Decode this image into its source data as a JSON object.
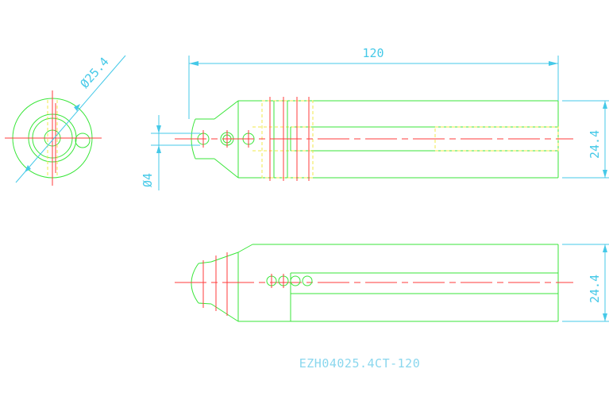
{
  "dimensions": {
    "diameter_label": "Ø25.4",
    "length_label": "120",
    "hole_label": "Ø4",
    "width_label_top": "24.4",
    "width_label_bottom": "24.4"
  },
  "title_block": {
    "part_number": "EZH04025.4CT-120"
  },
  "colors": {
    "geometry": "#39e639",
    "centerline": "#ff3b3b",
    "hidden": "#f0e84a",
    "dimension": "#45c9e8"
  }
}
